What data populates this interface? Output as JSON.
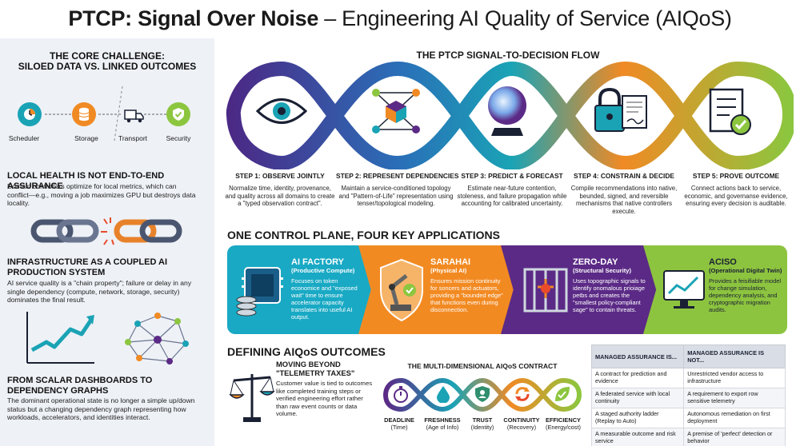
{
  "title": {
    "bold": "PTCP: Signal Over Noise",
    "rest": " – Engineering AI Quality of Service (AIQoS)"
  },
  "left": {
    "challenge_heading_1": "THE CORE CHALLENGE:",
    "challenge_heading_2": "SILOED DATA VS. LINKED OUTCOMES",
    "domains": [
      {
        "label": "Scheduler",
        "icon": "clock-icon",
        "color": "#1aa3b5"
      },
      {
        "label": "Storage",
        "icon": "database-icon",
        "color": "#f08a24"
      },
      {
        "label": "Transport",
        "icon": "truck-icon",
        "color": "#eef1f6"
      },
      {
        "label": "Security",
        "icon": "shield-check-icon",
        "color": "#8cc63f"
      }
    ],
    "s1_heading": "LOCAL HEALTH IS NOT END-TO-END ASSURANCE",
    "s1_text": "Domain controllers optimize for local metrics, which can conflict—e.g., moving a job maximizes GPU but destroys data locality.",
    "s2_heading": "INFRASTRUCTURE AS A COUPLED AI PRODUCTION SYSTEM",
    "s2_text": "AI service quality is a \"chain property\"; failure or delay in any single dependency (compute, network, storage, security) dominates the final result.",
    "s3_heading": "FROM SCALAR DASHBOARDS TO DEPENDENCY GRAPHS",
    "s3_text": "The dominant operational state is no longer a simple up/down status but a changing dependency graph representing how workloads, accelerators, and identities interact."
  },
  "flow": {
    "heading": "THE PTCP SIGNAL-TO-DECISION FLOW",
    "steps": [
      {
        "title": "STEP 1: OBSERVE JOINTLY",
        "text": "Normalize time, identity, provenance, and quality across all domains to create a \"typed observation contract\".",
        "icon": "eye-icon"
      },
      {
        "title": "STEP 2: REPRESENT DEPENDENCIES",
        "text": "Maintain a service-conditioned topology and \"Pattern-of-Life\" representation using tenser/topological modeling.",
        "icon": "graph-cube-icon"
      },
      {
        "title": "STEP 3: PREDICT & FORECAST",
        "text": "Estimate near-future contention, stoleness, and failure propagation while accounting for calibrated uncertainty.",
        "icon": "crystal-ball-icon"
      },
      {
        "title": "STEP 4: CONSTRAIN & DECIDE",
        "text": "Compile recommendations into native, beunded, signed, and reversible mechanisms that native controllers execute.",
        "icon": "lock-document-icon"
      },
      {
        "title": "STEP 5: PROVE OUTCOME",
        "text": "Connect actions back to service, economic, and governanse evidence, ensuring every decision is auditable.",
        "icon": "checklist-icon"
      }
    ]
  },
  "apps": {
    "heading": "ONE CONTROL PLANE, FOUR KEY APPLICATIONS",
    "items": [
      {
        "title": "AI FACTORY",
        "subtitle": "(Productive Compute)",
        "text": "Focuses on token economice and \"exposed wait\" time to ensure accelerator capacity translates into useful AI output.",
        "color": "#19a9c4",
        "icon": "server-stack-icon"
      },
      {
        "title": "SARAHAI",
        "subtitle": "(Physical AI)",
        "text": "Ensures mission continuity for soncers and actuators, providing a \"bounded edge\" that functions even during disconnection.",
        "color": "#f28a22",
        "icon": "robot-arm-icon"
      },
      {
        "title": "ZERO-DAY",
        "subtitle": "(Structural Security)",
        "text": "Uses topographic signals to identify onomalous prioiage petbs and creates the \"smallest policy-compliant sage\" to contain threats.",
        "color": "#5b2a86",
        "icon": "cage-icon"
      },
      {
        "title": "ACISO",
        "subtitle": "(Operational Digital Twin)",
        "text": "Provides a feisifiable model for change simulation, dependency analysis, and cryptographic migration audits.",
        "color": "#8dc43f",
        "icon": "monitor-chart-icon"
      }
    ]
  },
  "outcomes": {
    "heading": "DEFINING AIQoS OUTCOMES",
    "beyond_title_1": "MOVING BEYOND",
    "beyond_title_2": "\"TELEMETRY TAXES\"",
    "beyond_text": "Customer value is tied to outcomes like completed training steps or verified engineering effort rather than raw event counts or data volume.",
    "contract_heading": "THE MULTI-DIMENSIONAL AIQoS CONTRACT",
    "dimensions": [
      {
        "name": "DEADLINE",
        "sub": "(Time)",
        "icon": "stopwatch-icon",
        "color": "#5b2a86"
      },
      {
        "name": "FRESHNESS",
        "sub": "(Age of Info)",
        "icon": "droplet-icon",
        "color": "#1aa3b5"
      },
      {
        "name": "TRUST",
        "sub": "(Identity)",
        "icon": "shield-person-icon",
        "color": "#2f8f6f"
      },
      {
        "name": "CONTINUITY",
        "sub": "(Recovery)",
        "icon": "refresh-icon",
        "color": "#f08a24"
      },
      {
        "name": "EFFICIENCY",
        "sub": "(Energy/cost)",
        "icon": "leaf-check-icon",
        "color": "#8cc63f"
      }
    ]
  },
  "table": {
    "col1": "MANAGED ASSURANCE IS...",
    "col2": "MANAGED ASSURANCE IS NOT...",
    "rows": [
      [
        "A contract for prediction and evidence",
        "Unrestricted vendor access to infrastructure"
      ],
      [
        "A federated service with local continuity",
        "A requirement to export row sensitive telemetry"
      ],
      [
        "A staged authority ladder (Replay to Auto)",
        "Autonomous remediation on first deployment"
      ],
      [
        "A measurable outcome and risk service",
        "A premise of 'perfect' detection or behavior"
      ]
    ]
  }
}
